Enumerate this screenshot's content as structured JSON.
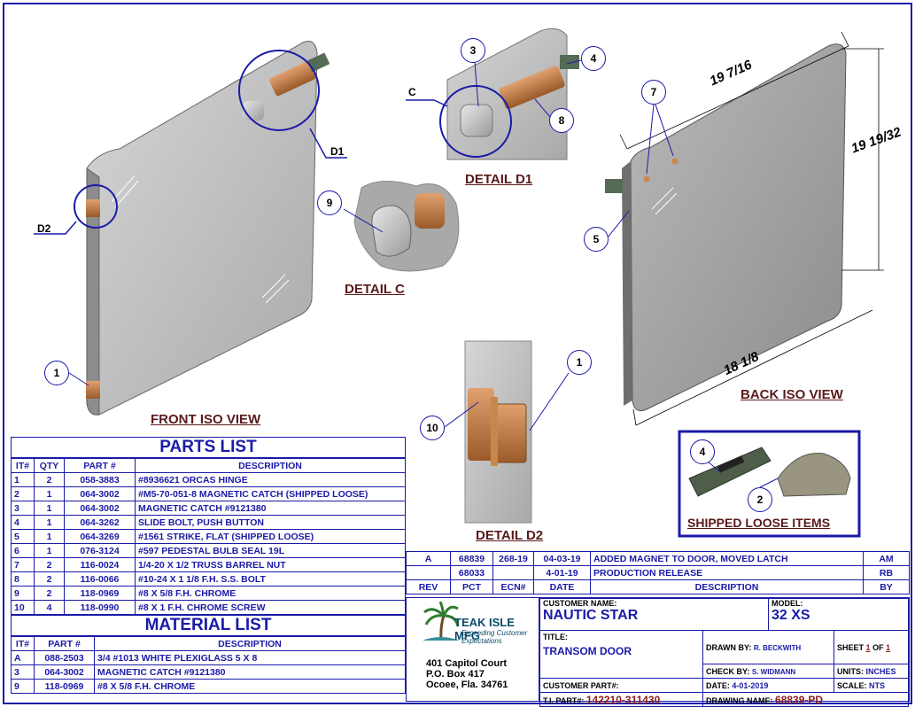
{
  "views": {
    "front_iso": "FRONT ISO VIEW",
    "back_iso": "BACK ISO VIEW",
    "detail_d1": "DETAIL  D1",
    "detail_c": "DETAIL  C",
    "detail_d2": "DETAIL  D2",
    "shipped_loose": "SHIPPED LOOSE ITEMS"
  },
  "detail_markers": {
    "c": "C",
    "d1": "D1",
    "d2": "D2"
  },
  "callouts": {
    "n1": "1",
    "n2": "2",
    "n3": "3",
    "n4": "4",
    "n5": "5",
    "n7": "7",
    "n8": "8",
    "n9": "9",
    "n10": "10"
  },
  "dimensions": {
    "width_top": "19 7/16",
    "height": "19 19/32",
    "width_bottom": "18 1/8"
  },
  "parts_list": {
    "title": "PARTS LIST",
    "headers": [
      "IT#",
      "QTY",
      "PART #",
      "DESCRIPTION"
    ],
    "rows": [
      [
        "1",
        "2",
        "058-3883",
        "#8936621 ORCAS HINGE"
      ],
      [
        "2",
        "1",
        "064-3002",
        "#M5-70-051-8 MAGNETIC CATCH (SHIPPED LOOSE)"
      ],
      [
        "3",
        "1",
        "064-3002",
        "MAGNETIC CATCH #9121380"
      ],
      [
        "4",
        "1",
        "064-3262",
        "SLIDE BOLT, PUSH BUTTON"
      ],
      [
        "5",
        "1",
        "064-3269",
        "#1561 STRIKE, FLAT (SHIPPED LOOSE)"
      ],
      [
        "6",
        "1",
        "076-3124",
        "#597 PEDESTAL BULB SEAL 19L"
      ],
      [
        "7",
        "2",
        "116-0024",
        "1/4-20 X 1/2 TRUSS BARREL NUT"
      ],
      [
        "8",
        "2",
        "116-0066",
        "#10-24 X 1 1/8 F.H. S.S. BOLT"
      ],
      [
        "9",
        "2",
        "118-0969",
        "#8 X 5/8 F.H. CHROME"
      ],
      [
        "10",
        "4",
        "118-0990",
        "#8 X 1 F.H. CHROME SCREW"
      ]
    ]
  },
  "material_list": {
    "title": "MATERIAL LIST",
    "headers": [
      "IT#",
      "PART #",
      "DESCRIPTION"
    ],
    "rows": [
      [
        "A",
        "088-2503",
        "3/4 #1013 WHITE PLEXIGLASS 5 X 8"
      ],
      [
        "3",
        "064-3002",
        "MAGNETIC CATCH #9121380"
      ],
      [
        "9",
        "118-0969",
        "#8 X 5/8 F.H. CHROME"
      ]
    ]
  },
  "revisions": {
    "headers": [
      "REV",
      "PCT",
      "ECN#",
      "DATE",
      "DESCRIPTION",
      "BY"
    ],
    "rows": [
      [
        "A",
        "68839",
        "268-19",
        "04-03-19",
        "ADDED MAGNET TO DOOR, MOVED LATCH",
        "AM"
      ],
      [
        "",
        "68033",
        "",
        "4-01-19",
        "PRODUCTION RELEASE",
        "RB"
      ]
    ]
  },
  "title_block": {
    "company": "TEAK ISLE MFG",
    "tagline": "Exceeding Customer Expectations",
    "address": [
      "401 Capitol Court",
      "P.O. Box 417",
      "Ocoee, Fla. 34761"
    ],
    "customer_name_label": "CUSTOMER NAME:",
    "customer_name": "NAUTIC STAR",
    "model_label": "MODEL:",
    "model": "32 XS",
    "title_label": "TITLE:",
    "title": "TRANSOM DOOR",
    "drawn_by_label": "DRAWN BY:",
    "drawn_by": "R. BECKWITH",
    "sheet_label": "SHEET",
    "sheet_num": "1",
    "sheet_of": "OF",
    "sheet_total": "1",
    "check_by_label": "CHECK BY:",
    "check_by": "S. WIDMANN",
    "units_label": "UNITS:",
    "units": "INCHES",
    "customer_part_label": "CUSTOMER PART#:",
    "date_label": "DATE:",
    "date": "4-01-2019",
    "scale_label": "SCALE:",
    "scale": "NTS",
    "ti_part_label": "T.I. PART#:",
    "ti_part": "142210-311430",
    "drawing_name_label": "DRAWING NAME:",
    "drawing_name": "68839-PD"
  },
  "colors": {
    "border": "#1a1aa8",
    "label": "#5a1a1a",
    "bronze": "#b8703a"
  }
}
